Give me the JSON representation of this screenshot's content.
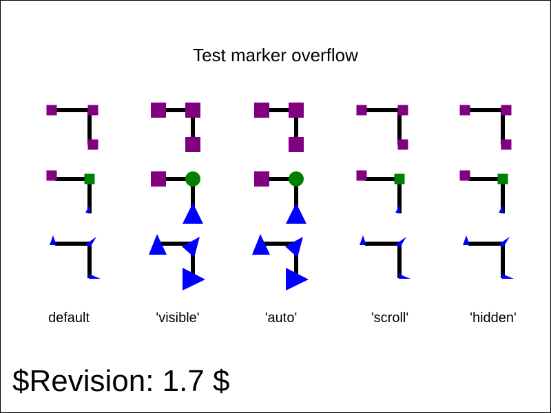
{
  "title": "Test marker overflow",
  "revision": "$Revision: 1.7 $",
  "columns": [
    {
      "label": "default",
      "overflow": "default"
    },
    {
      "label": "'visible'",
      "overflow": "visible"
    },
    {
      "label": "'auto'",
      "overflow": "auto"
    },
    {
      "label": "'scroll'",
      "overflow": "scroll"
    },
    {
      "label": "'hidden'",
      "overflow": "hidden"
    }
  ],
  "rows": [
    {
      "marker_set": "square-start-mid-end"
    },
    {
      "marker_set": "square-start-circle-mid-triangle-end"
    },
    {
      "marker_set": "triangle-start-mid-end"
    }
  ],
  "colors": {
    "path": "#000000",
    "square": "#800080",
    "circle": "#008000",
    "triangle": "#0000ff"
  }
}
